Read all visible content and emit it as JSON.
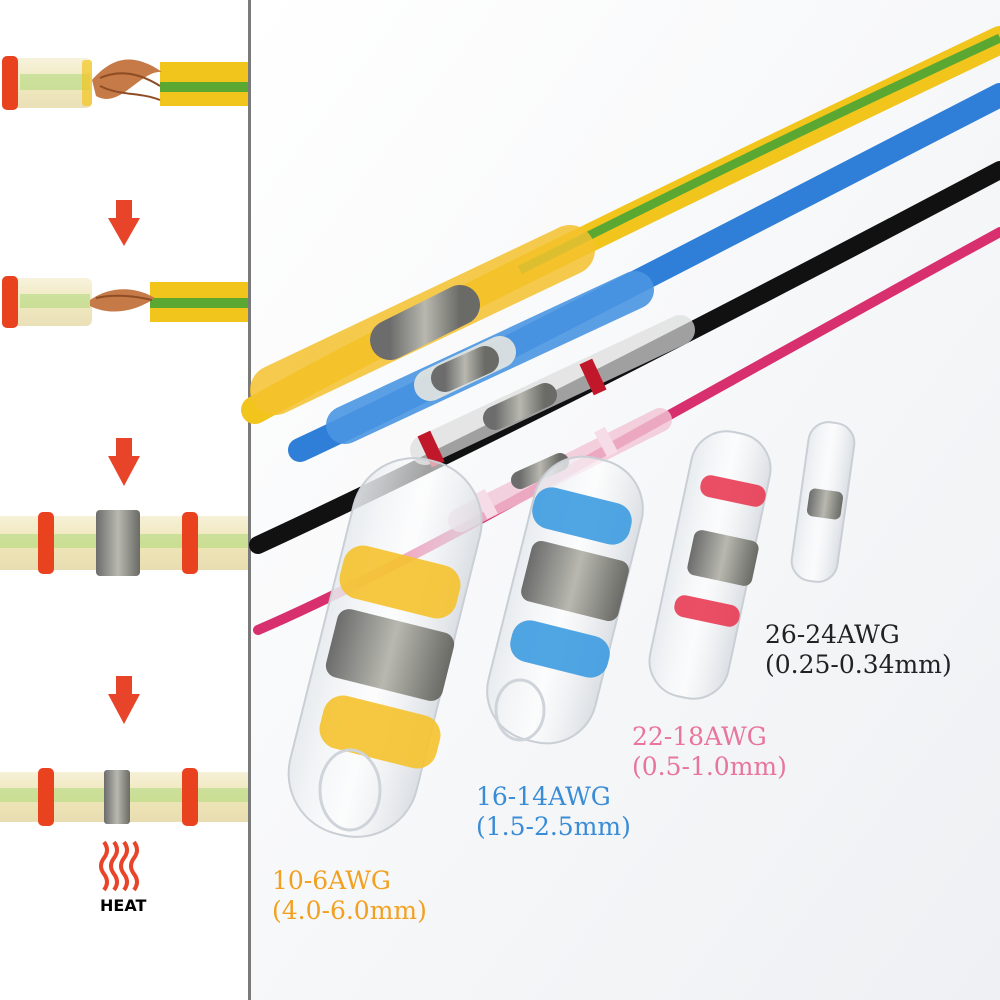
{
  "steps_panel": {
    "heat_label": "HEAT",
    "arrow_color": "#e8442a",
    "heat_color": "#e8442a"
  },
  "sizes": [
    {
      "gauge": "10-6AWG",
      "range": "(4.0-6.0mm)",
      "color": "#f2a020",
      "band_color": "#f5c22e"
    },
    {
      "gauge": "16-14AWG",
      "range": "(1.5-2.5mm)",
      "color": "#3a8cd6",
      "band_color": "#3d9be0"
    },
    {
      "gauge": "22-18AWG",
      "range": "(0.5-1.0mm)",
      "color": "#e8759a",
      "band_color": "#e8304a"
    },
    {
      "gauge": "26-24AWG",
      "range": "(0.25-0.34mm)",
      "color": "#222222",
      "band_color": "#cccccc"
    }
  ],
  "wire_colors": {
    "yellow": "#f2c51c",
    "green_stripe": "#5aa832",
    "blue": "#2f7fd8",
    "black": "#111111",
    "pink": "#d8306e"
  }
}
